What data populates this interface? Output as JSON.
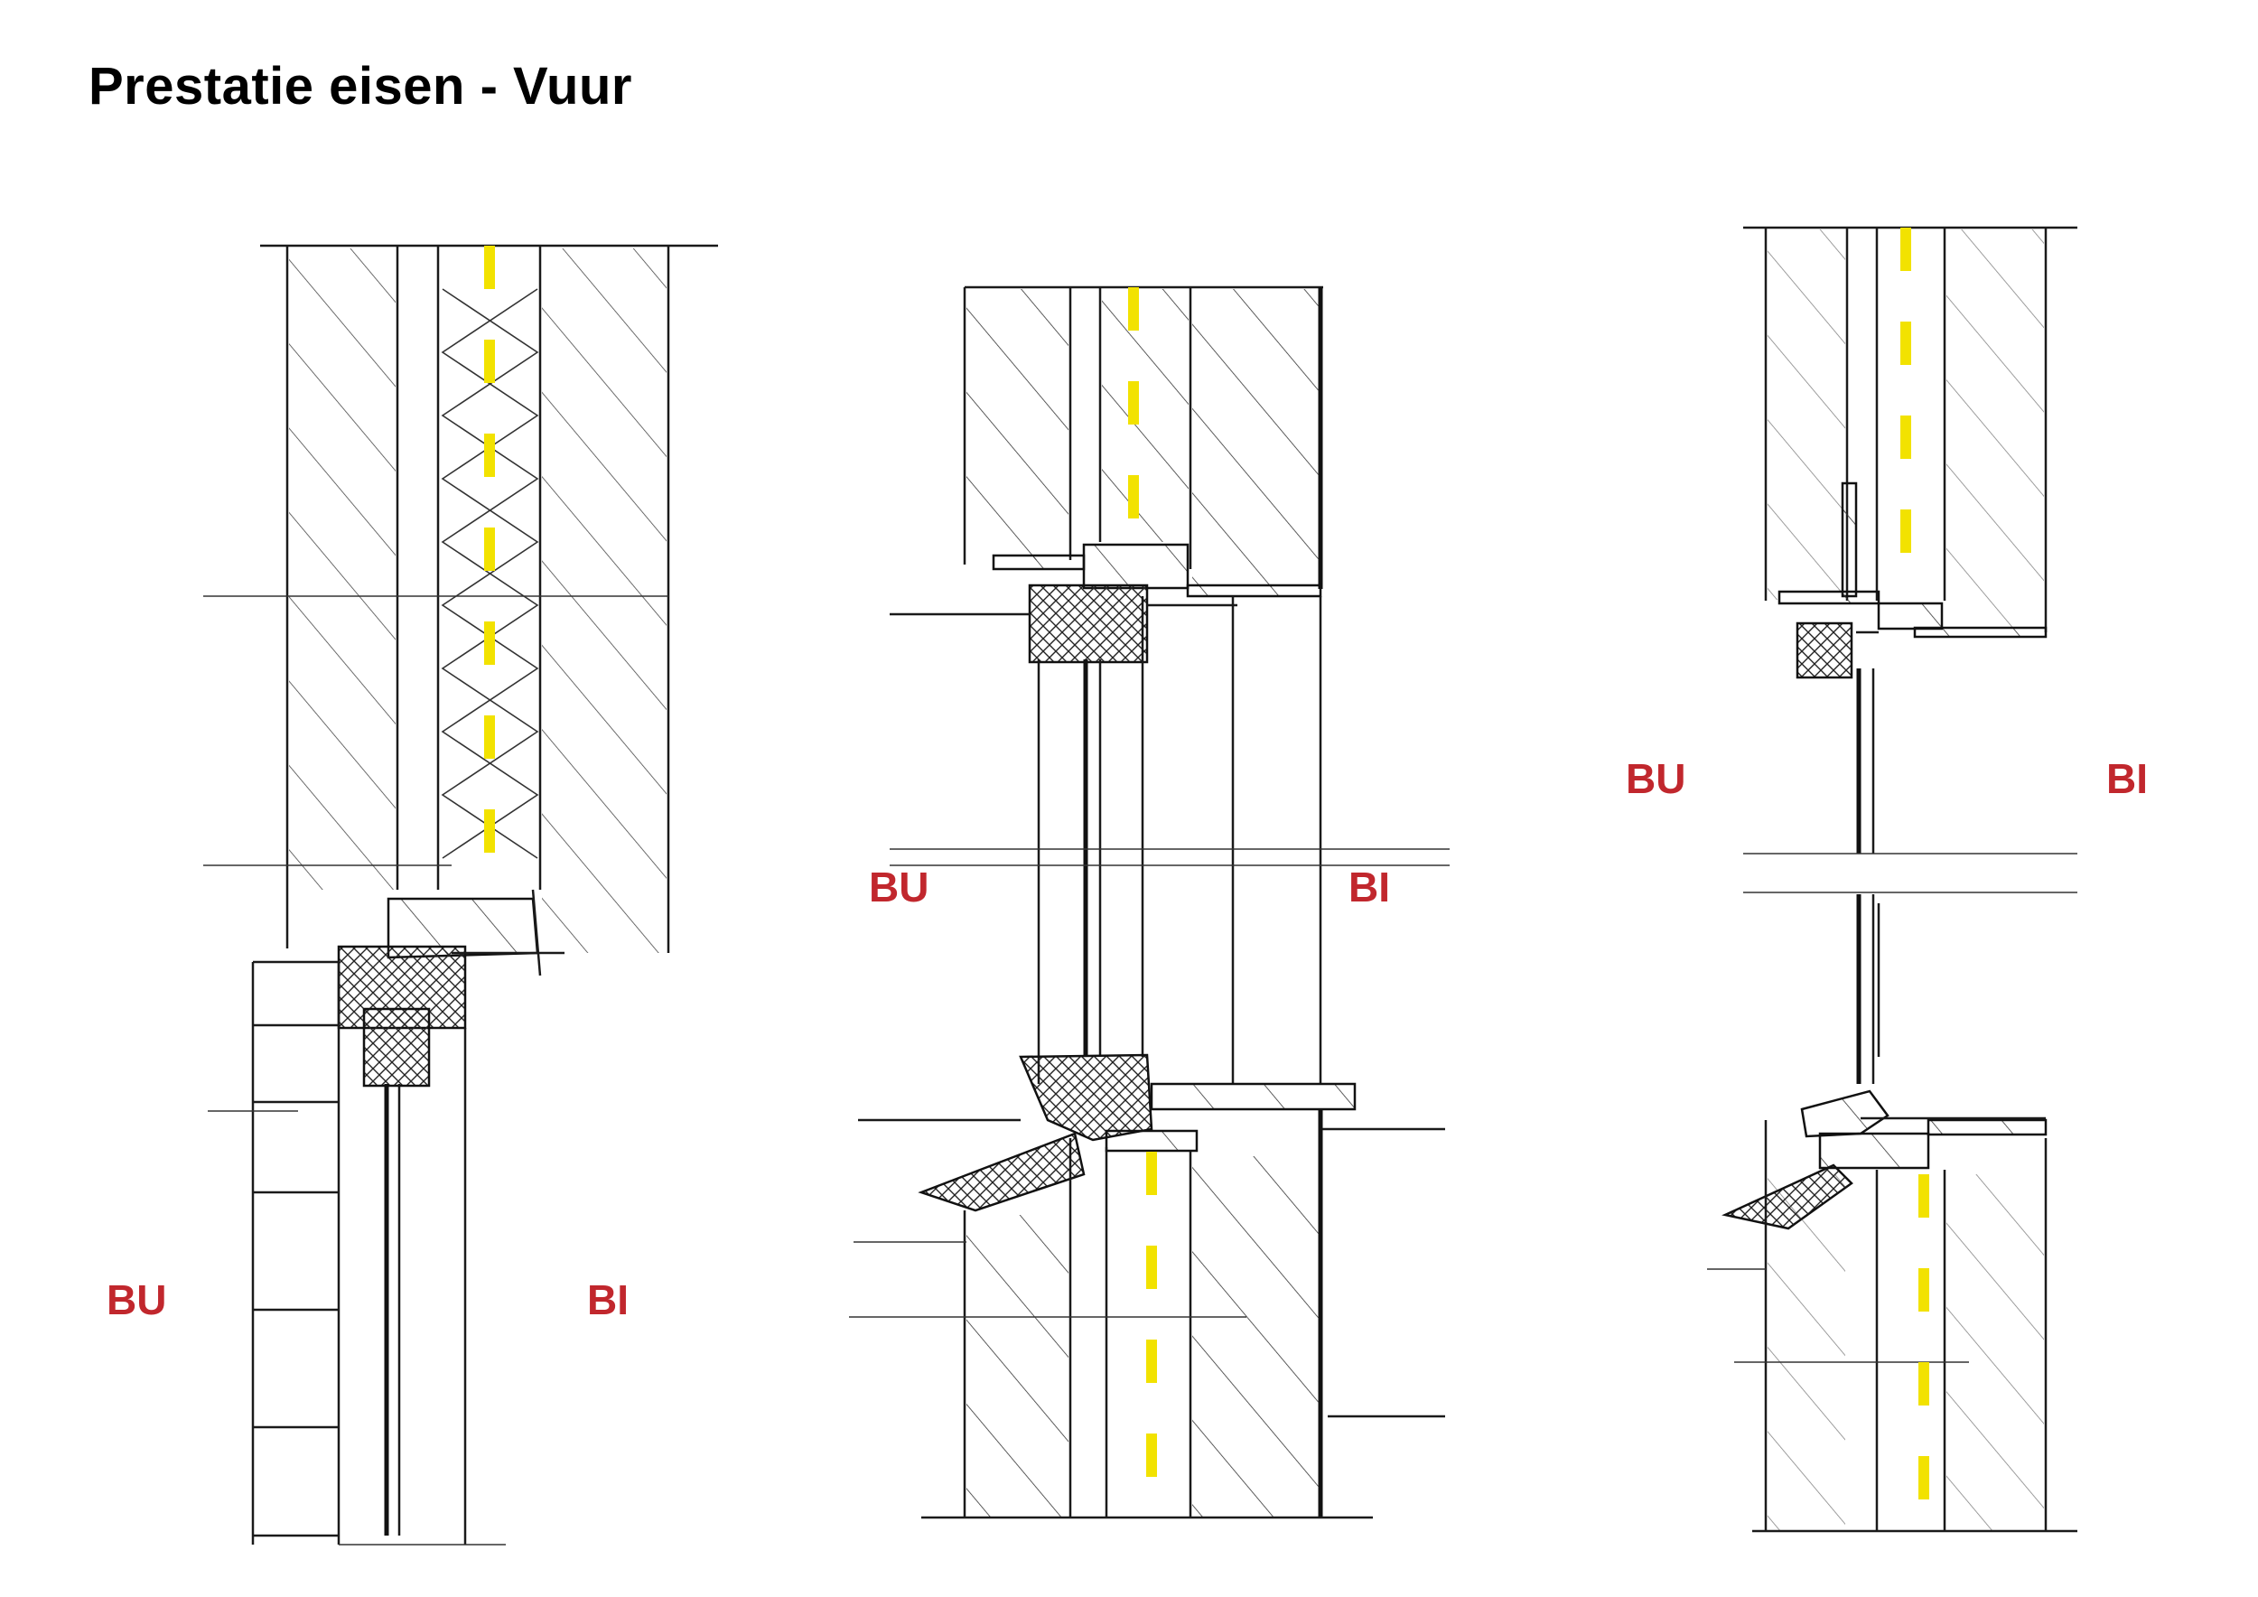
{
  "title": "Prestatie eisen - Vuur",
  "colors": {
    "label": "#c1272d",
    "fire_line": "#f2e200",
    "drawing": "#1a1a1a"
  },
  "details": [
    {
      "outside_label": "BU",
      "inside_label": "BI"
    },
    {
      "outside_label": "BU",
      "inside_label": "BI"
    },
    {
      "outside_label": "BU",
      "inside_label": "BI"
    }
  ]
}
